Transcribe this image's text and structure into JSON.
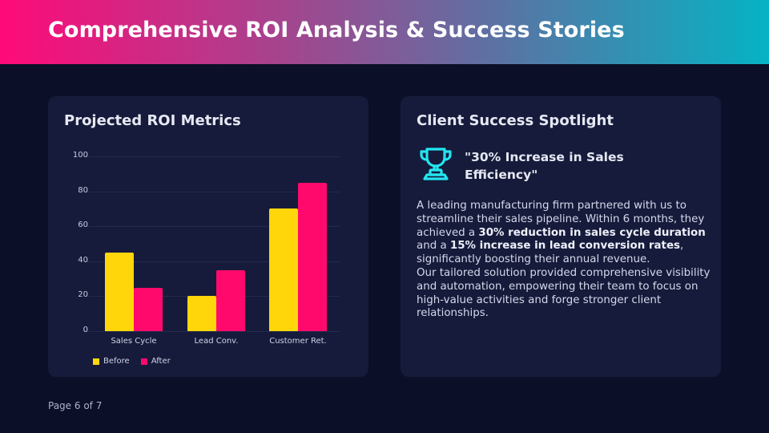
{
  "header": {
    "title": "Comprehensive ROI Analysis & Success Stories"
  },
  "roi_card": {
    "title": "Projected ROI Metrics"
  },
  "chart_data": {
    "type": "bar",
    "title": "Projected ROI Metrics",
    "categories": [
      "Sales Cycle",
      "Lead Conv.",
      "Customer Ret."
    ],
    "series": [
      {
        "name": "Before",
        "color": "#ffd60a",
        "values": [
          45,
          20,
          70
        ]
      },
      {
        "name": "After",
        "color": "#ff0a6c",
        "values": [
          25,
          35,
          85
        ]
      }
    ],
    "yticks": [
      "0",
      "20",
      "40",
      "60",
      "80",
      "100"
    ],
    "ylim": [
      0,
      100
    ],
    "xlabel": "",
    "ylabel": "",
    "grid": true,
    "legend_position": "bottom-left"
  },
  "spotlight": {
    "title": "Client Success Spotlight",
    "icon": "trophy-icon",
    "icon_color": "#22e6f0",
    "headline": "\"30% Increase in Sales Efficiency\"",
    "body": {
      "p1_a": "A leading manufacturing firm partnered with us to streamline their sales pipeline. Within 6 months, they achieved a ",
      "p1_b": "30% reduction in sales cycle duration",
      "p1_c": " and a ",
      "p1_d": "15% increase in lead conversion rates",
      "p1_e": ", significantly boosting their annual revenue.",
      "p2": "Our tailored solution provided comprehensive visibility and automation, empowering their team to focus on high-value activities and forge stronger client relationships."
    }
  },
  "footer": {
    "page": "Page 6 of 7"
  },
  "colors": {
    "background": "#0b0f27",
    "card": "#161b3b",
    "before": "#ffd60a",
    "after": "#ff0a6c",
    "accent": "#22e6f0"
  }
}
